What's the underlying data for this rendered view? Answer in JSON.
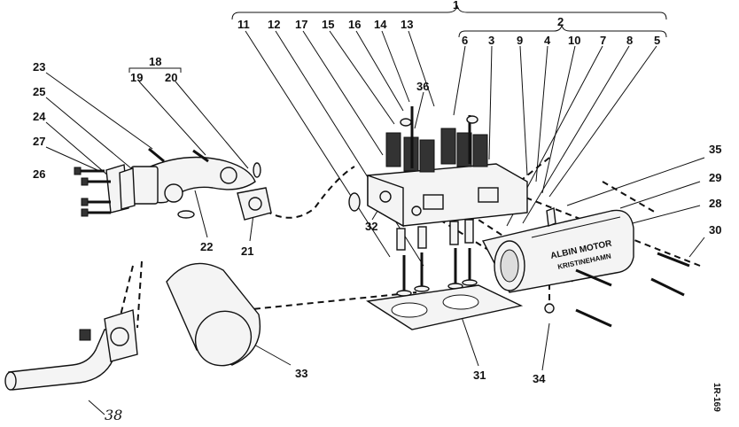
{
  "callouts": {
    "n1": "1",
    "n2": "2",
    "n3": "3",
    "n4": "4",
    "n5": "5",
    "n6": "6",
    "n7": "7",
    "n8": "8",
    "n9": "9",
    "n10": "10",
    "n11": "11",
    "n12": "12",
    "n13": "13",
    "n14": "14",
    "n15": "15",
    "n16": "16",
    "n17": "17",
    "n18": "18",
    "n19": "19",
    "n20": "20",
    "n21": "21",
    "n22": "22",
    "n23": "23",
    "n24": "24",
    "n25": "25",
    "n26": "26",
    "n27": "27",
    "n28": "28",
    "n29": "29",
    "n30": "30",
    "n31": "31",
    "n32": "32",
    "n33": "33",
    "n34": "34",
    "n35": "35",
    "n36": "36",
    "n38": "38"
  },
  "cover_text": {
    "line1": "ALBIN MOTOR",
    "line2": "KRISTINEHAMN"
  },
  "figure_code": "1R-169"
}
